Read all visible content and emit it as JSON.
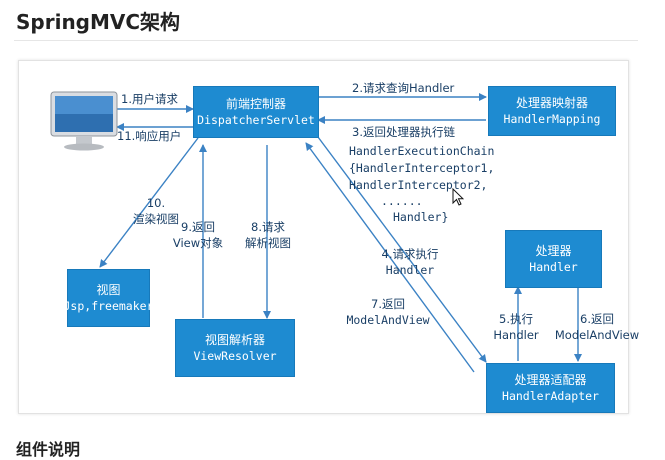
{
  "page": {
    "title": "SpringMVC架构",
    "next_heading": "组件说明"
  },
  "nodes": {
    "dispatcher": {
      "line1": "前端控制器",
      "line2": "DispatcherServlet"
    },
    "handler_mapping": {
      "line1": "处理器映射器",
      "line2": "HandlerMapping"
    },
    "handler": {
      "line1": "处理器",
      "line2": "Handler"
    },
    "view": {
      "line1": "视图",
      "line2": "Jsp,freemaker"
    },
    "view_resolver": {
      "line1": "视图解析器",
      "line2": "ViewResolver"
    },
    "handler_adapter": {
      "line1": "处理器适配器",
      "line2": "HandlerAdapter"
    }
  },
  "edges": {
    "e1": "1.用户请求",
    "e11": "11.响应用户",
    "e2": "2.请求查询Handler",
    "e3": [
      "3.返回处理器执行链",
      "HandlerExecutionChain",
      "{HandlerInterceptor1,",
      "HandlerInterceptor2,",
      "......",
      "Handler}"
    ],
    "e4": [
      "4.请求执行",
      "Handler"
    ],
    "e5": [
      "5.执行",
      "Handler"
    ],
    "e6": [
      "6.返回",
      "ModelAndView"
    ],
    "e7": [
      "7.返回",
      "ModelAndView"
    ],
    "e8": [
      "8.请求",
      "解析视图"
    ],
    "e9": [
      "9.返回",
      "View对象"
    ],
    "e10": [
      "10.",
      "渲染视图"
    ]
  },
  "colors": {
    "box": "#1e8bd1",
    "arrow": "#3b82c4",
    "label": "#1a3f66"
  },
  "icons": {
    "computer": "monitor-icon",
    "cursor": "mouse-pointer-icon"
  }
}
